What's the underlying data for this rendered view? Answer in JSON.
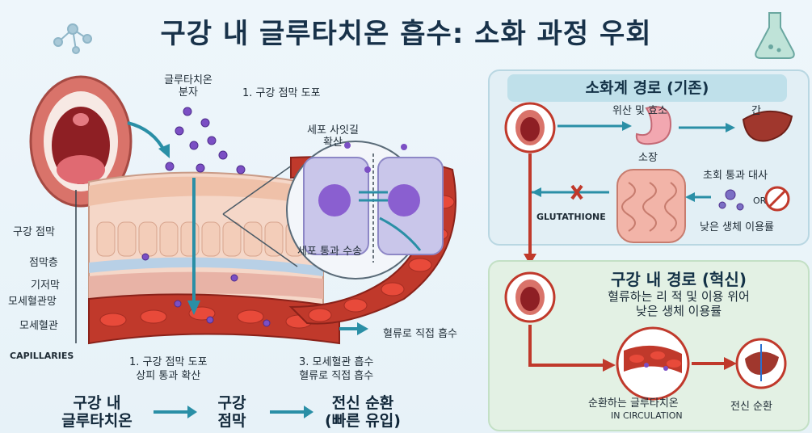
{
  "title": "구강 내 글루타치온 흡수: 소화 과정 우회",
  "left": {
    "molecule_label": "글루타치온\n분자",
    "step1_label": "1. 구강 점막 도포",
    "layer_labels": [
      "구강 점막",
      "점막층",
      "기저막",
      "모세혈관망",
      "모세혈관"
    ],
    "capillaries": "CAPILLARIES",
    "bottom_step1": "1. 구강 점막 도포\n상피 통과 확산",
    "bottom_step3": "3. 모세혈관 흡수\n혈류로 직접 흡수",
    "bloodstream": "혈류로 직접 흡수"
  },
  "inset": {
    "paracellular": "세포 사잇길\n확산",
    "transcellular": "세포 통과 수송"
  },
  "flow": {
    "items": [
      "구강 내\n글루타치온",
      "구강\n점막",
      "전신 순환\n(빠른 유입)"
    ]
  },
  "traditional": {
    "title": "소화계 경로 (기존)",
    "stomach": "위산 및 효소",
    "liver": "간",
    "small_intestine": "소장",
    "first_pass": "초회 통과 대사",
    "or": "OR",
    "glutathione": "GLUTATHIONE",
    "low_bio": "낮은 생체 이용률"
  },
  "innovative": {
    "title": "구강 내 경로 (혁신)",
    "subtitle": "혈류하는 리 적 및 이용 위어\n낮은 생체 이용률",
    "circulating": "순환하는 글루타치온",
    "in_circulation": "IN CIRCULATION",
    "systemic": "전신 순환"
  },
  "colors": {
    "title": "#18324a",
    "blood": "#c0392b",
    "molecule": "#7b4fc4",
    "teal": "#2a8fa6"
  }
}
